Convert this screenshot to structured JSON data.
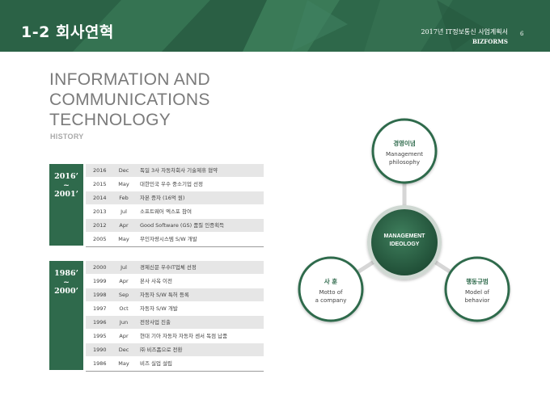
{
  "header": {
    "title": "1-2 회사연혁",
    "doc_title": "2017년 IT정보통신 사업계획서",
    "doc_brand": "BIZFORMS",
    "page_number": "6"
  },
  "heading": {
    "title_lines": [
      "INFORMATION AND",
      "COMMUNICATIONS",
      "TECHNOLOGY"
    ],
    "subtitle": "HISTORY"
  },
  "history": [
    {
      "period": [
        "2016’",
        "~",
        "2001’"
      ],
      "rows": [
        {
          "year": "2016",
          "month": "Dec",
          "event": "독일 3사 자동차회사 기술제휴 협약"
        },
        {
          "year": "2015",
          "month": "May",
          "event": "대한민국 우수 중소기업 선정"
        },
        {
          "year": "2014",
          "month": "Feb",
          "event": "자본 증자 (16억 원)"
        },
        {
          "year": "2013",
          "month": "Jul",
          "event": "소프트웨어 엑스포 참여"
        },
        {
          "year": "2012",
          "month": "Apr",
          "event": "Good Software (GS) 품질 인증획득"
        },
        {
          "year": "2005",
          "month": "May",
          "event": "무인자량시스템 S/W 개발"
        }
      ]
    },
    {
      "period": [
        "1986’",
        "~",
        "2000’"
      ],
      "rows": [
        {
          "year": "2000",
          "month": "Jul",
          "event": "경제신문 우수IT업체 선정"
        },
        {
          "year": "1999",
          "month": "Apr",
          "event": "본사 사옥 이전"
        },
        {
          "year": "1998",
          "month": "Sep",
          "event": "자동자 S/W 특허 등록"
        },
        {
          "year": "1997",
          "month": "Oct",
          "event": "자동자 S/W 개발"
        },
        {
          "year": "1996",
          "month": "Jun",
          "event": "전장사업 진출"
        },
        {
          "year": "1995",
          "month": "Apr",
          "event": "현대 기아 자동차 자동차 센서 독점 납품"
        },
        {
          "year": "1990",
          "month": "Dec",
          "event": "㈜ 비즈폼으로 전환"
        },
        {
          "year": "1986",
          "month": "May",
          "event": "비즈 실업 설립"
        }
      ]
    }
  ],
  "ideology": {
    "center": [
      "MANAGEMENT",
      "IDEOLOGY"
    ],
    "nodes": [
      {
        "kr": "경영이념",
        "en": [
          "Management",
          "philosophy"
        ]
      },
      {
        "kr": "사 훈",
        "en": [
          "Motto of",
          "a company"
        ]
      },
      {
        "kr": "행동규범",
        "en": [
          "Model of",
          "behavior"
        ]
      }
    ]
  },
  "colors": {
    "brand_green": "#2f6a4c",
    "dark_green": "#1f4f37",
    "connector_gray": "#d9d9d9",
    "row_shade": "#e6e6e6"
  }
}
